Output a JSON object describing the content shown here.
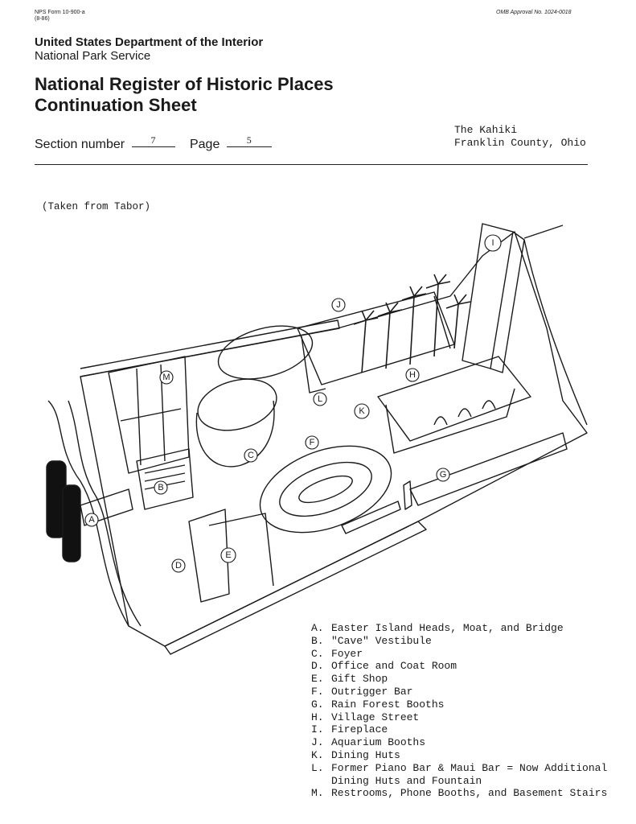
{
  "form": {
    "form_number": "NPS Form 10-900-a",
    "form_date": "(8-86)",
    "omb": "OMB Approval No. 1024-0018"
  },
  "header": {
    "department": "United States Department of the Interior",
    "agency": "National Park Service",
    "title_line1": "National Register of Historic Places",
    "title_line2": "Continuation Sheet",
    "section_label": "Section number",
    "section_value": "7",
    "page_label": "Page",
    "page_value": "5",
    "property_name": "The Kahiki",
    "property_location": "Franklin County, Ohio"
  },
  "source_note": "(Taken from Tabor)",
  "drawing": {
    "markers": [
      "A",
      "B",
      "C",
      "D",
      "E",
      "F",
      "G",
      "H",
      "I",
      "J",
      "K",
      "L",
      "M"
    ]
  },
  "legend": [
    {
      "key": "A.",
      "text": "Easter Island Heads, Moat, and Bridge"
    },
    {
      "key": "B.",
      "text": "\"Cave\" Vestibule"
    },
    {
      "key": "C.",
      "text": "Foyer"
    },
    {
      "key": "D.",
      "text": "Office and Coat Room"
    },
    {
      "key": "E.",
      "text": "Gift Shop"
    },
    {
      "key": "F.",
      "text": "Outrigger Bar"
    },
    {
      "key": "G.",
      "text": "Rain Forest Booths"
    },
    {
      "key": "H.",
      "text": "Village Street"
    },
    {
      "key": "I.",
      "text": "Fireplace"
    },
    {
      "key": "J.",
      "text": "Aquarium Booths"
    },
    {
      "key": "K.",
      "text": "Dining Huts"
    },
    {
      "key": "L.",
      "text": "Former Piano Bar & Maui Bar = Now Additional\nDining Huts and Fountain"
    },
    {
      "key": "M.",
      "text": "Restrooms, Phone Booths, and Basement Stairs"
    }
  ]
}
